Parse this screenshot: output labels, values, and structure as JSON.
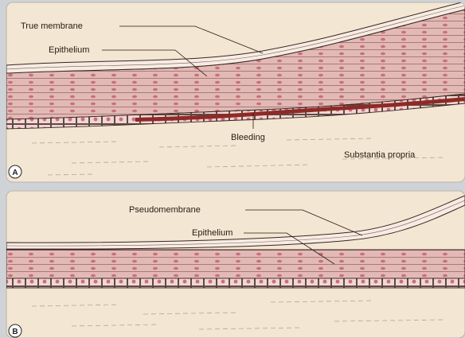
{
  "figure": {
    "panel_a": {
      "letter": "A",
      "labels": {
        "true_membrane": "True membrane",
        "epithelium": "Epithelium",
        "bleeding": "Bleeding",
        "substantia_propria": "Substantia propria"
      }
    },
    "panel_b": {
      "letter": "B",
      "labels": {
        "pseudomembrane": "Pseudomembrane",
        "epithelium": "Epithelium"
      }
    },
    "colors": {
      "background": "#cfd3d8",
      "stroma": "#f3e6d2",
      "epithelium": "#e2b7b4",
      "cell_nucleus": "#c9707a",
      "membrane": "#f6ece4",
      "bleeding": "#8e2a26",
      "outline": "#3a2520"
    }
  }
}
